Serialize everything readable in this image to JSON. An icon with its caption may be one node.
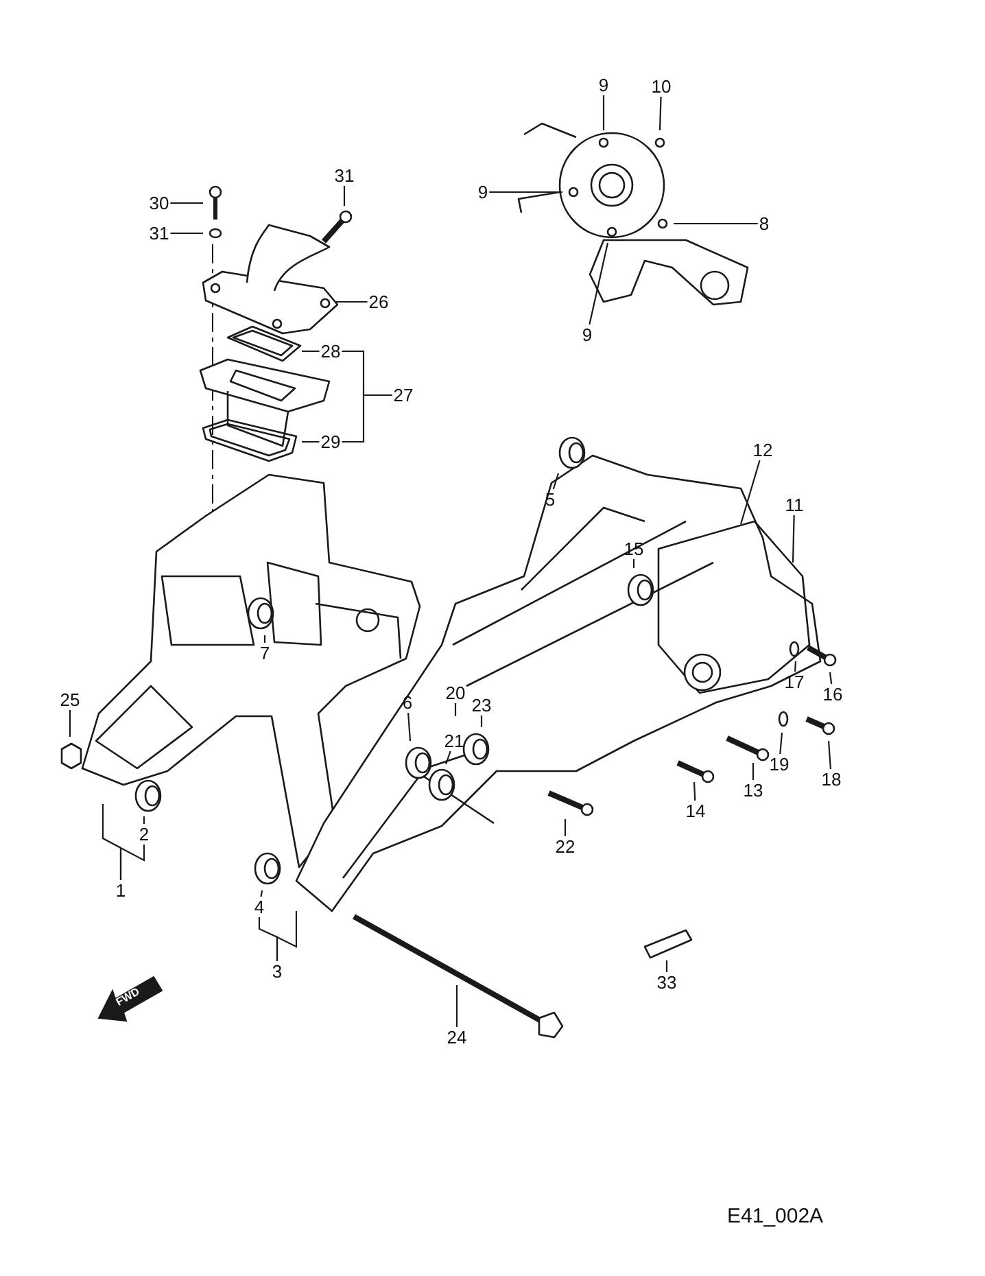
{
  "diagram": {
    "nodes": [
      {
        "text": [
          "30"
        ]
      },
      {
        "text": [
          "31"
        ]
      },
      {
        "text": [
          "31"
        ]
      },
      {
        "text": [
          "26"
        ]
      },
      {
        "text": [
          "28"
        ]
      },
      {
        "text": [
          "27"
        ]
      },
      {
        "text": [
          "29"
        ]
      },
      {
        "text": [
          "9"
        ]
      },
      {
        "text": [
          "10"
        ]
      },
      {
        "text": [
          "9"
        ]
      },
      {
        "text": [
          "8"
        ]
      },
      {
        "text": [
          "9"
        ]
      },
      {
        "text": [
          "12"
        ]
      },
      {
        "text": [
          "11"
        ]
      },
      {
        "text": [
          "5"
        ]
      },
      {
        "text": [
          "15"
        ]
      },
      {
        "text": [
          "7"
        ]
      },
      {
        "text": [
          "25"
        ]
      },
      {
        "text": [
          "6"
        ]
      },
      {
        "text": [
          "20"
        ]
      },
      {
        "text": [
          "23"
        ]
      },
      {
        "text": [
          "21"
        ]
      },
      {
        "text": [
          "17"
        ]
      },
      {
        "text": [
          "16"
        ]
      },
      {
        "text": [
          "13"
        ]
      },
      {
        "text": [
          "19"
        ]
      },
      {
        "text": [
          "18"
        ]
      },
      {
        "text": [
          "14"
        ]
      },
      {
        "text": [
          "22"
        ]
      },
      {
        "text": [
          "2"
        ]
      },
      {
        "text": [
          "1"
        ]
      },
      {
        "text": [
          "4"
        ]
      },
      {
        "text": [
          "3"
        ]
      },
      {
        "text": [
          "33"
        ]
      },
      {
        "text": [
          "24"
        ]
      }
    ],
    "edges": [
      {
        "from": 0,
        "to": null,
        "arrow": "none"
      },
      {
        "from": 1,
        "to": null,
        "arrow": "none"
      },
      {
        "from": 2,
        "to": null,
        "arrow": "none"
      },
      {
        "from": 3,
        "to": null,
        "arrow": "none"
      },
      {
        "from": 4,
        "to": null,
        "arrow": "none"
      },
      {
        "from": 5,
        "to": 4,
        "arrow": "none"
      },
      {
        "from": 6,
        "to": null,
        "arrow": "none"
      },
      {
        "from": 7,
        "to": null,
        "arrow": "none"
      },
      {
        "from": 8,
        "to": null,
        "arrow": "none"
      },
      {
        "from": 9,
        "to": null,
        "arrow": "none"
      },
      {
        "from": 10,
        "to": null,
        "arrow": "none"
      },
      {
        "from": 11,
        "to": null,
        "arrow": "none"
      },
      {
        "from": 12,
        "to": null,
        "arrow": "none"
      },
      {
        "from": 13,
        "to": null,
        "arrow": "none"
      },
      {
        "from": 14,
        "to": null,
        "arrow": "none"
      },
      {
        "from": 15,
        "to": null,
        "arrow": "none"
      },
      {
        "from": 16,
        "to": null,
        "arrow": "none"
      },
      {
        "from": 17,
        "to": null,
        "arrow": "none"
      },
      {
        "from": 18,
        "to": null,
        "arrow": "none"
      },
      {
        "from": 19,
        "to": null,
        "arrow": "none"
      },
      {
        "from": 20,
        "to": null,
        "arrow": "none"
      },
      {
        "from": 21,
        "to": null,
        "arrow": "none"
      },
      {
        "from": 22,
        "to": null,
        "arrow": "none"
      },
      {
        "from": 23,
        "to": null,
        "arrow": "none"
      },
      {
        "from": 24,
        "to": null,
        "arrow": "none"
      },
      {
        "from": 25,
        "to": null,
        "arrow": "none"
      },
      {
        "from": 26,
        "to": null,
        "arrow": "none"
      },
      {
        "from": 27,
        "to": null,
        "arrow": "none"
      },
      {
        "from": 28,
        "to": null,
        "arrow": "none"
      },
      {
        "from": 29,
        "to": null,
        "arrow": "none"
      },
      {
        "from": 30,
        "to": 29,
        "arrow": "none"
      },
      {
        "from": 31,
        "to": null,
        "arrow": "none"
      },
      {
        "from": 32,
        "to": 31,
        "arrow": "none"
      },
      {
        "from": 33,
        "to": null,
        "arrow": "none"
      },
      {
        "from": 34,
        "to": null,
        "arrow": "none"
      },
      {
        "from": 5,
        "to": 6,
        "arrow": "none"
      },
      {
        "from": 30,
        "to": null,
        "arrow": "none"
      },
      {
        "from": 32,
        "to": null,
        "arrow": "none"
      }
    ],
    "labels": [
      "FWD",
      "E41_002A"
    ]
  }
}
